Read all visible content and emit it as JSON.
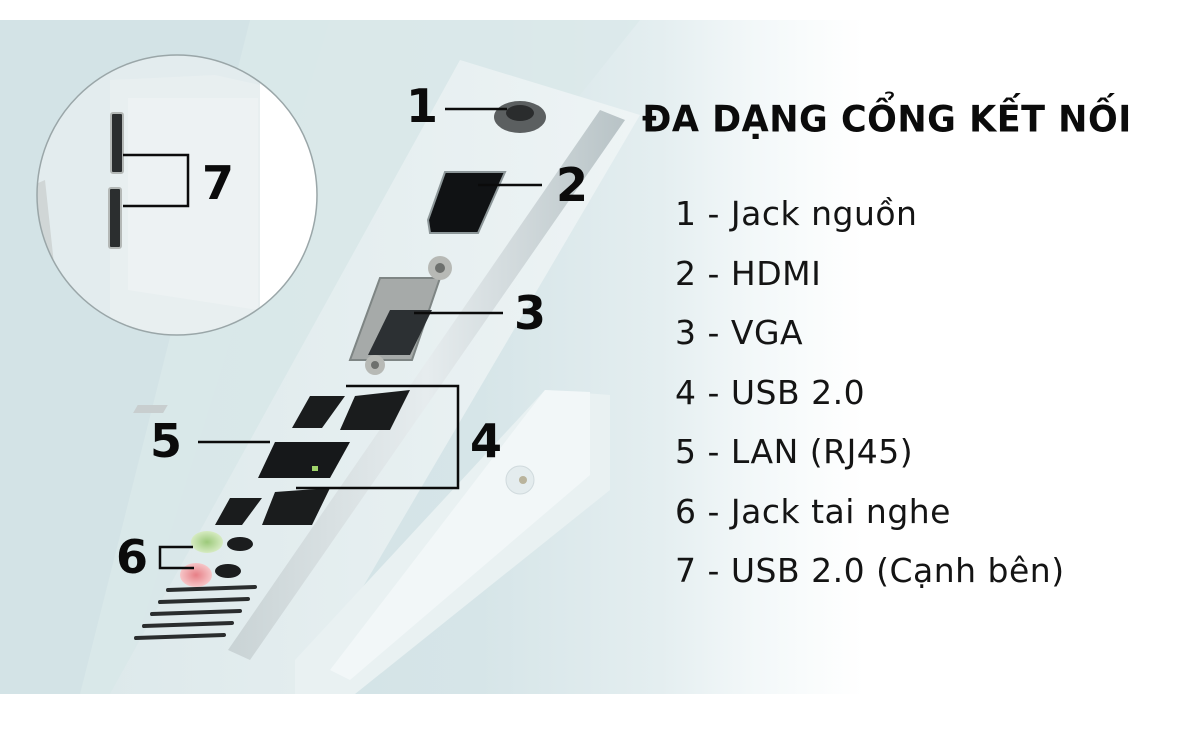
{
  "infographic": {
    "title": "ĐA DẠNG CỔNG KẾT NỐI",
    "specs": [
      {
        "number": "1",
        "label": "1 - Jack nguồn"
      },
      {
        "number": "2",
        "label": "2 - HDMI"
      },
      {
        "number": "3",
        "label": "3 - VGA"
      },
      {
        "number": "4",
        "label": "4 - USB 2.0"
      },
      {
        "number": "5",
        "label": "5 - LAN (RJ45)"
      },
      {
        "number": "6",
        "label": "6 - Jack tai nghe"
      },
      {
        "number": "7",
        "label": "7 - USB 2.0 (Cạnh bên)"
      }
    ],
    "callouts": {
      "c1": "1",
      "c2": "2",
      "c3": "3",
      "c4": "4",
      "c5": "5",
      "c6": "6",
      "c7": "7"
    },
    "colors": {
      "background_tint": "#d6e5e8",
      "text": "#0b0b0b",
      "audio_green": "#b5d79a",
      "audio_pink": "#f0a0a4"
    }
  }
}
